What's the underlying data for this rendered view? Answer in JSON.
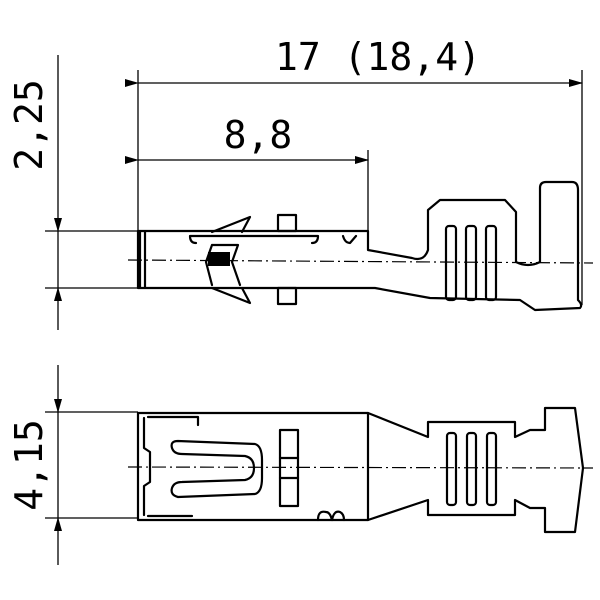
{
  "drawing": {
    "dimensions": {
      "overall_length": "17 (18,4)",
      "contact_length": "8,8",
      "side_height": "2,25",
      "bottom_width": "4,15"
    },
    "views": [
      "side-view",
      "bottom-view"
    ],
    "line_color": "#000000",
    "background": "#ffffff"
  }
}
